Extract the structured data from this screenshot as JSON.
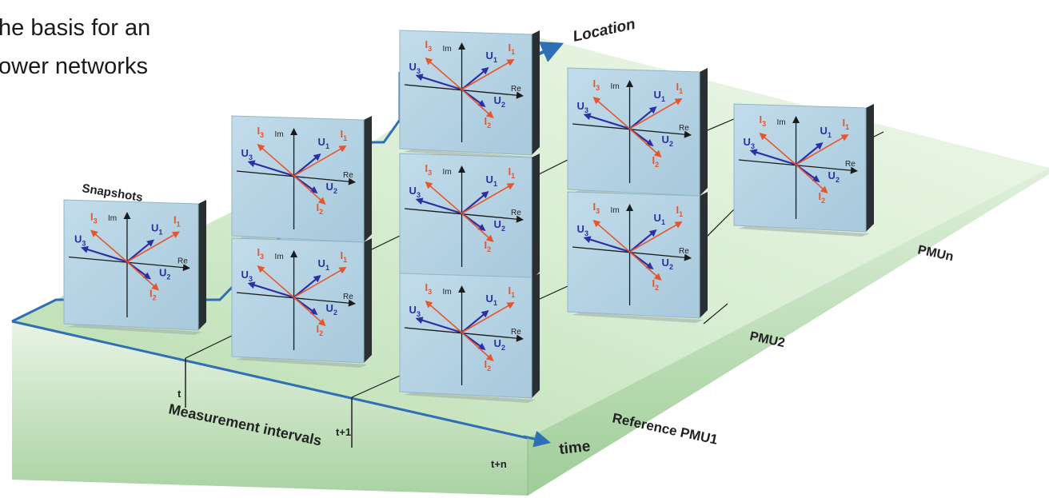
{
  "heading": {
    "line1": "he basis for an",
    "line2": "ower networks"
  },
  "labels": {
    "location": "Location",
    "snapshots": "Snapshots",
    "measurement_intervals": "Measurement intervals",
    "time": "time",
    "t": "t",
    "t_plus_1": "t+1",
    "t_plus_n": "t+n",
    "pmu_ref": "Reference PMU1",
    "pmu_2": "PMU2",
    "pmu_n": "PMUn"
  },
  "phasor_panel": {
    "axis_im": "Im",
    "axis_re": "Re",
    "u1": "U",
    "u1_sub": "1",
    "u2": "U",
    "u2_sub": "2",
    "u3": "U",
    "u3_sub": "3",
    "i1": "I",
    "i1_sub": "1",
    "i2": "I",
    "i2_sub": "2",
    "i3": "I",
    "i3_sub": "3"
  },
  "colors": {
    "voltage_phasor": "#2e2fa5",
    "current_phasor": "#e8552a",
    "panel_fill": "#b5d3e3",
    "platform_edge": "#2f6fb5",
    "platform_fill": "#cfe6cc"
  }
}
